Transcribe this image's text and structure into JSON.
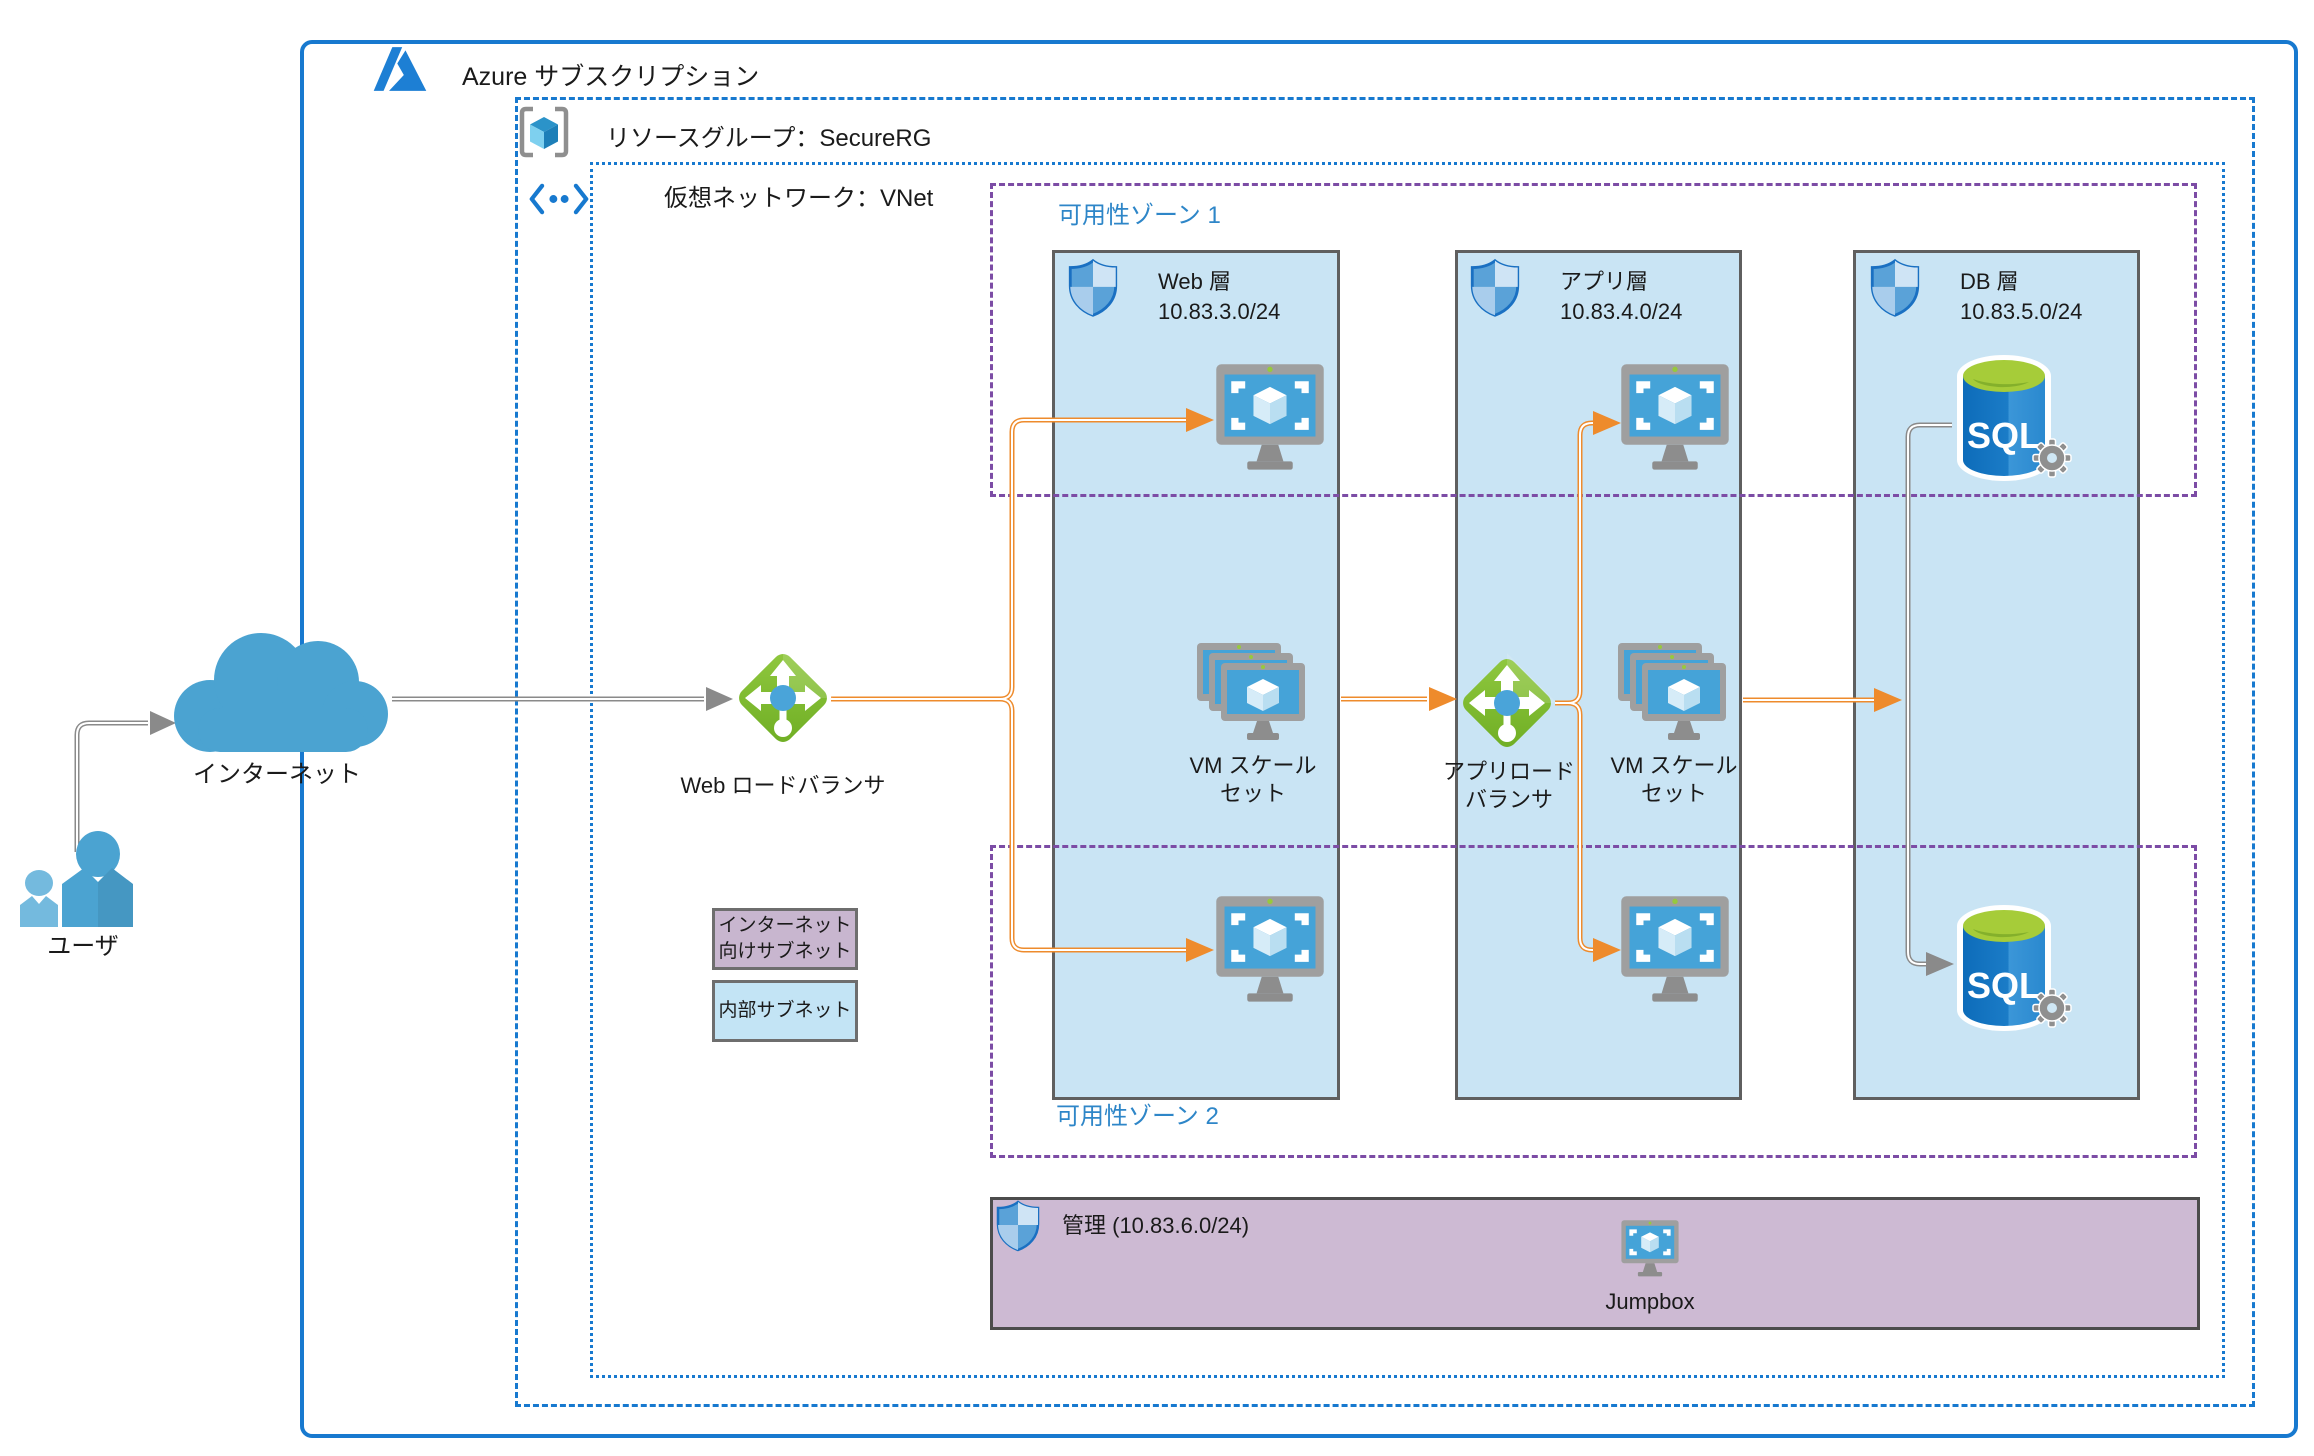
{
  "subscription": {
    "title": "Azure サブスクリプション"
  },
  "resource_group": {
    "label": "リソースグループ：SecureRG"
  },
  "vnet": {
    "label": "仮想ネットワーク：VNet"
  },
  "zones": [
    {
      "label": "可用性ゾーン 1"
    },
    {
      "label": "可用性ゾーン 2"
    }
  ],
  "tiers": [
    {
      "name": "Web 層",
      "cidr": "10.83.3.0/24"
    },
    {
      "name": "アプリ層",
      "cidr": "10.83.4.0/24"
    },
    {
      "name": "DB 層",
      "cidr": "10.83.5.0/24"
    }
  ],
  "load_balancers": {
    "web": {
      "label": "Web ロードバランサ"
    },
    "app": {
      "line1": "アプリロード",
      "line2": "バランサ"
    }
  },
  "scale_set": {
    "line1": "VM スケール",
    "line2": "セット"
  },
  "sql": {
    "label": "SQL"
  },
  "management": {
    "label": "管理 (10.83.6.0/24)",
    "jumpbox": "Jumpbox"
  },
  "legend": {
    "internet_facing": {
      "line1": "インターネット",
      "line2": "向けサブネット"
    },
    "internal": {
      "label": "内部サブネット"
    }
  },
  "external": {
    "internet": "インターネット",
    "users": "ユーザ"
  },
  "colors": {
    "azure_blue": "#1779cf",
    "zone_purple": "#7c4ca5",
    "zone_label_blue": "#2e86c8",
    "tier_fill": "#c9e4f4",
    "management_fill": "#cdbad3",
    "legend_purple": "#c8b6cf",
    "legend_blue": "#c3e4f5",
    "arrow_orange": "#ee8b2c",
    "arrow_gray": "#8a8a8a",
    "lb_green": "#7db928",
    "icon_blue": "#45a3d8"
  }
}
